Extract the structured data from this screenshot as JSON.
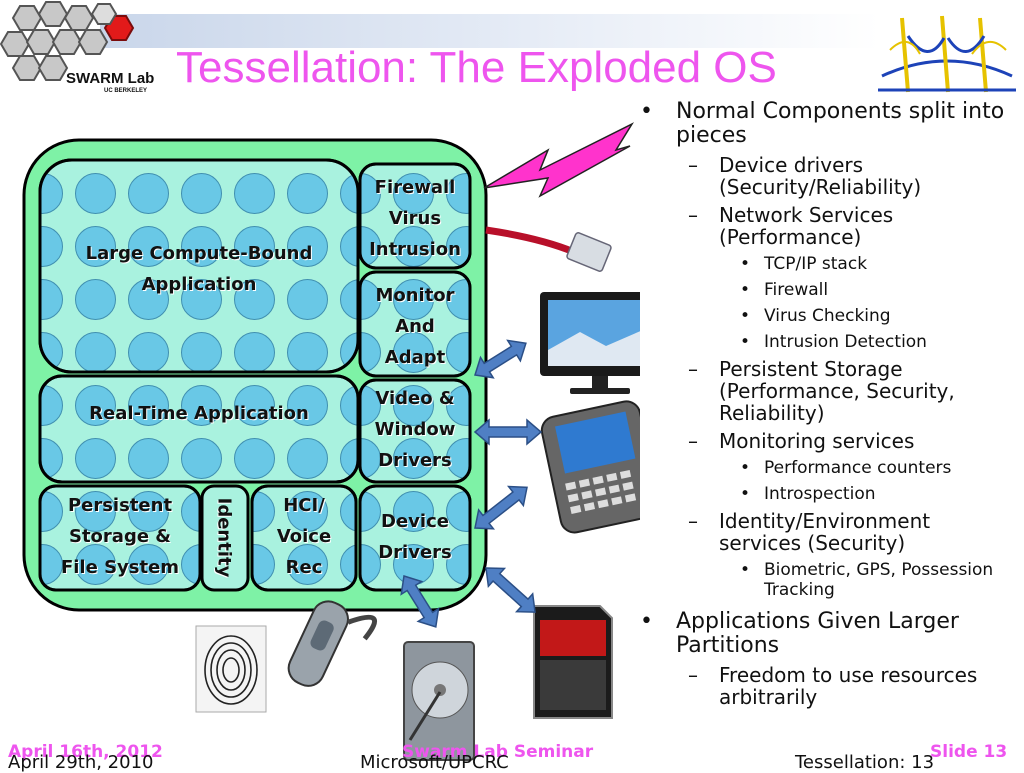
{
  "brand": {
    "name": "SWARM Lab",
    "sub": "UC BERKELEY"
  },
  "title": "Tessellation: The Exploded OS",
  "colors": {
    "title": "#ee55ee",
    "outer_block": "#7ef2a6",
    "inner_block": "#a9f2df",
    "circle": "#69c8e6",
    "arrow": "#4f7fc4",
    "lightning": "#ff33cc"
  },
  "diagram": {
    "large_app": "Large Compute-Bound Application",
    "realtime_app": "Real-Time Application",
    "firewall": [
      "Firewall",
      "Virus",
      "Intrusion"
    ],
    "monitor": [
      "Monitor",
      "And",
      "Adapt"
    ],
    "video": [
      "Video &",
      "Window",
      "Drivers"
    ],
    "persistent": [
      "Persistent",
      "Storage &",
      "File System"
    ],
    "identity": "Identity",
    "hci": [
      "HCI/",
      "Voice",
      "Rec"
    ],
    "device": [
      "Device",
      "Drivers"
    ]
  },
  "pictures": [
    "monitor-image",
    "smartphone-image",
    "sd-card-image",
    "hard-drive-image",
    "bluetooth-headset-image",
    "fingerprint-image",
    "network-cable-image",
    "lightning-icon"
  ],
  "bullets": [
    {
      "text": "Normal Components split into pieces",
      "children": [
        {
          "text": "Device drivers (Security/Reliability)",
          "children": []
        },
        {
          "text": "Network Services (Performance)",
          "children": [
            "TCP/IP stack",
            "Firewall",
            "Virus Checking",
            "Intrusion Detection"
          ]
        },
        {
          "text": "Persistent Storage (Performance, Security, Reliability)",
          "children": []
        },
        {
          "text": "Monitoring services",
          "children": [
            "Performance counters",
            "Introspection"
          ]
        },
        {
          "text": "Identity/Environment services (Security)",
          "children": [
            "Biometric, GPS, Possession Tracking"
          ]
        }
      ]
    },
    {
      "text": "Applications Given Larger Partitions",
      "children": [
        {
          "text": "Freedom to use resources arbitrarily",
          "children": []
        }
      ]
    }
  ],
  "footer": {
    "date_pink": "April 16th, 2012",
    "date_black": "April 29th, 2010",
    "seminar_pink": "Swarm Lab Seminar",
    "org_black": "Microsoft/UPCRC",
    "slide_pink": "Slide 13",
    "slide_black": "Tessellation: 13"
  }
}
